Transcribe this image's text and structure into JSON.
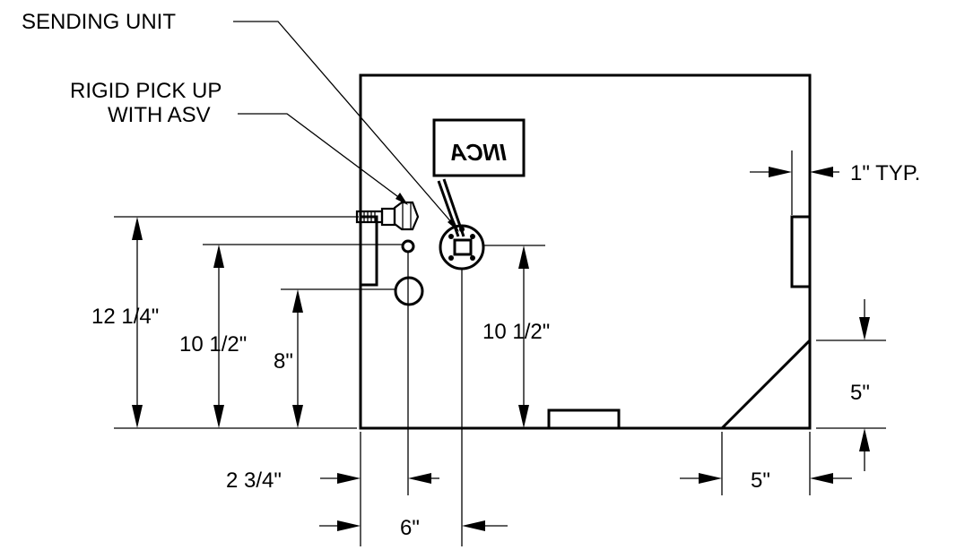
{
  "labels": {
    "sending_unit": "SENDING UNIT",
    "pickup_line1": "RIGID PICK UP",
    "pickup_line2": "WITH ASV",
    "typ": "1\" TYP.",
    "dim_12_1_4": "12 1/4\"",
    "dim_10_1_2_left": "10 1/2\"",
    "dim_8": "8\"",
    "dim_10_1_2_right": "10 1/2\"",
    "dim_5_vertical": "5\"",
    "dim_5_horizontal": "5\"",
    "dim_2_3_4": "2 3/4\"",
    "dim_6": "6\""
  },
  "logo": {
    "text": "INCA",
    "mirrored": true
  }
}
